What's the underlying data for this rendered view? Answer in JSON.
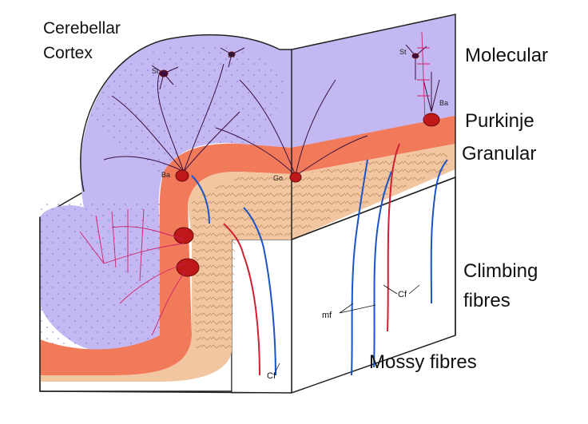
{
  "labels": {
    "cerebellar": "Cerebellar",
    "cortex": "Cortex",
    "molecular": "Molecular",
    "purkinje": "Purkinje",
    "granular": "Granular",
    "climbing": "Climbing",
    "fibres": "fibres",
    "mossy": "Mossy fibres"
  },
  "cell_labels": {
    "st": "St",
    "ba": "Ba",
    "go": "Go",
    "mf": "mf",
    "cf": "Cf"
  },
  "colors": {
    "molecular": "#c4b8f2",
    "purkinje": "#f07a5a",
    "granular": "#f2c6a0",
    "white_matter": "#ffffff",
    "neuron_dark": "#3a1040",
    "purkinje_cell": "#c01818",
    "mossy_fibre": "#1a55c8",
    "climbing_fibre": "#d02030",
    "basket_axon": "#d0206a"
  }
}
